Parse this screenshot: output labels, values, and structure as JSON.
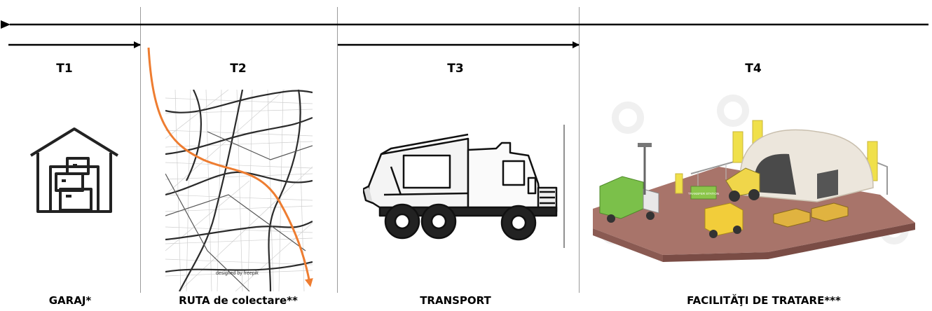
{
  "phases": [
    {
      "id": "T1",
      "label": "T1",
      "caption": "GARAJ*"
    },
    {
      "id": "T2",
      "label": "T2",
      "caption": "RUTA de colectare**"
    },
    {
      "id": "T3",
      "label": "T3",
      "caption": "TRANSPORT"
    },
    {
      "id": "T4",
      "label": "T4",
      "caption": "FACILITĂŢI DE TRATARE***"
    }
  ],
  "map_credit": "designed by freepik",
  "facility_sign": "TRANSFER STATION",
  "colors": {
    "route": "#ee7d31",
    "arrows": "#000000",
    "dividers": "#9a9a9a",
    "shed": "#ece6dc",
    "ground": "#a8746a",
    "yellow": "#f0e04a",
    "green": "#7bc04a"
  },
  "icons": [
    "garage-icon",
    "street-map-image",
    "garbage-truck-image",
    "treatment-facility-image"
  ]
}
